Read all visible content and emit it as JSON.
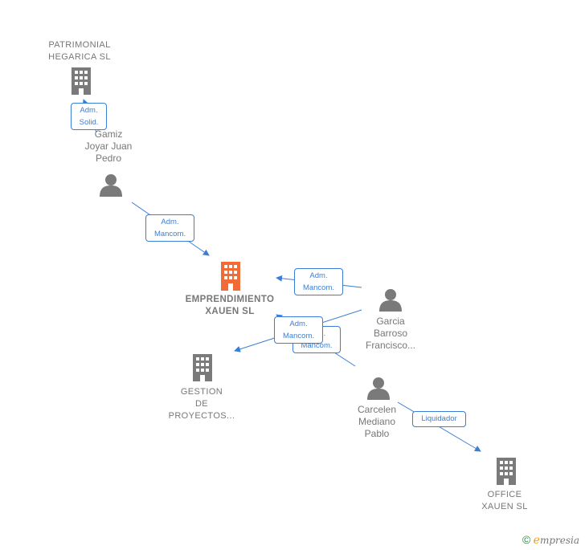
{
  "nodes": {
    "patrimonial": {
      "label": "PATRIMONIAL\nHEGARICA  SL",
      "kind": "company"
    },
    "gamiz": {
      "label": "Gamiz\nJoyar Juan\nPedro",
      "kind": "person"
    },
    "emprendimiento": {
      "label": "EMPRENDIMIENTO\nXAUEN  SL",
      "kind": "company-focus"
    },
    "garcia": {
      "label": "Garcia\nBarroso\nFrancisco...",
      "kind": "person"
    },
    "gestion": {
      "label": "GESTION\nDE\nPROYECTOS...",
      "kind": "company"
    },
    "carcelen": {
      "label": "Carcelen\nMediano\nPablo",
      "kind": "person"
    },
    "office": {
      "label": "OFFICE\nXAUEN  SL",
      "kind": "company"
    }
  },
  "edges": {
    "gamiz_patrimonial": "Adm.\nSolid.",
    "gamiz_emprendimiento": "Adm.\nMancom.",
    "garcia_emprendimiento": "Adm.\nMancom.",
    "garcia_gestion": "Adm.\nMancom.",
    "carcelen_emprendimiento": "Adm.\nMancom.",
    "carcelen_office": "Liquidador"
  },
  "colors": {
    "edge": "#3a7fd5",
    "company_icon": "#7a7a7a",
    "focus_icon": "#f26a35",
    "person_icon": "#7a7a7a"
  },
  "footer": {
    "copyright": "©",
    "brand_initial": "e",
    "brand_rest": "mpresia"
  }
}
